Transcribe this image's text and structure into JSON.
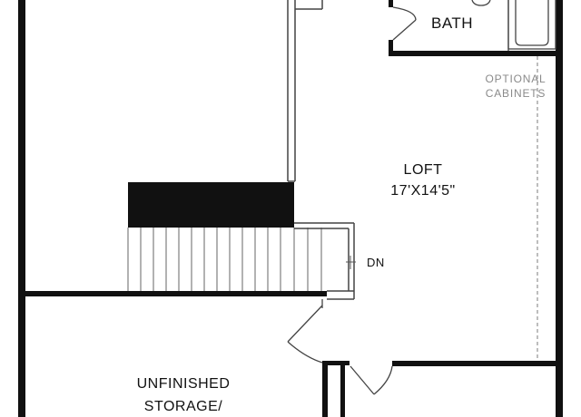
{
  "floorplan": {
    "rooms": {
      "bath": {
        "name": "BATH"
      },
      "loft": {
        "name": "LOFT",
        "dimensions": "17'X14'5\""
      },
      "storage": {
        "line1": "UNFINISHED",
        "line2": "STORAGE/"
      }
    },
    "notes": {
      "optional_cabinets_line1": "OPTIONAL",
      "optional_cabinets_line2": "CABINETS"
    },
    "stairs": {
      "direction_label": "DN"
    },
    "colors": {
      "wall": "#111111",
      "thin_line": "#444444",
      "dashed_line": "#9a9a9a",
      "note_text": "#8a8a8a"
    }
  }
}
